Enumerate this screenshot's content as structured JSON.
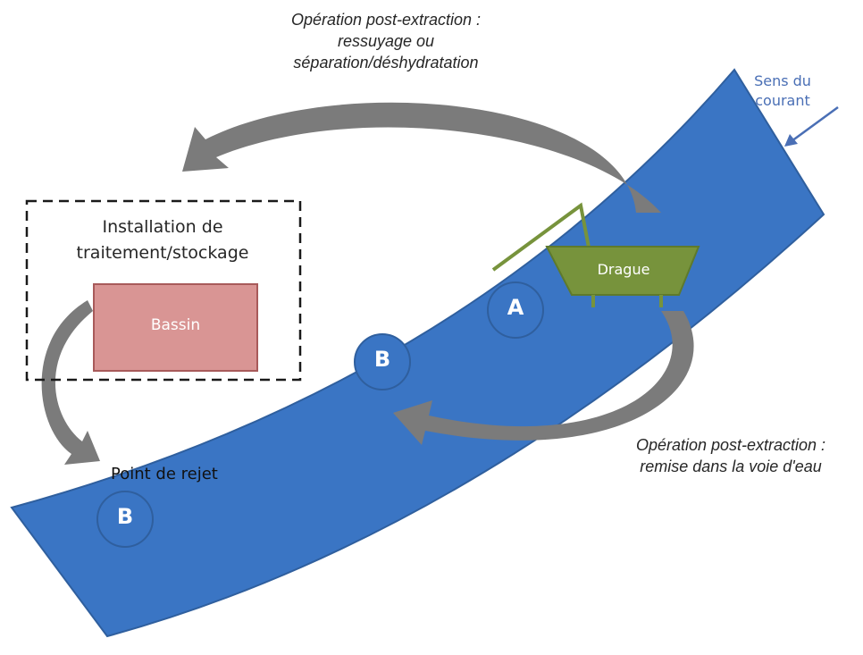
{
  "colors": {
    "river": "#3a75c4",
    "river_stroke": "#2f5f9e",
    "arrow": "#7b7b7b",
    "dredge": "#77933c",
    "basin": "#d99594",
    "basin_stroke": "#a85a5a",
    "current_arrow": "#4a6fb5"
  },
  "notes": {
    "top": [
      "Opération post-extraction :",
      "ressuyage ou",
      "séparation/déshydratation"
    ],
    "bottom": [
      "Opération post-extraction :",
      "remise dans la voie d'eau"
    ]
  },
  "current": {
    "lines": [
      "Sens du",
      "courant"
    ],
    "icon": "arrow-down-left-icon"
  },
  "installation": {
    "lines": [
      "Installation de",
      "traitement/stockage"
    ]
  },
  "basin": {
    "label": "Bassin"
  },
  "dredge": {
    "label": "Drague"
  },
  "markers": {
    "a": "A",
    "b_mid": "B",
    "b_low": "B"
  },
  "discharge": {
    "label": "Point de rejet"
  }
}
